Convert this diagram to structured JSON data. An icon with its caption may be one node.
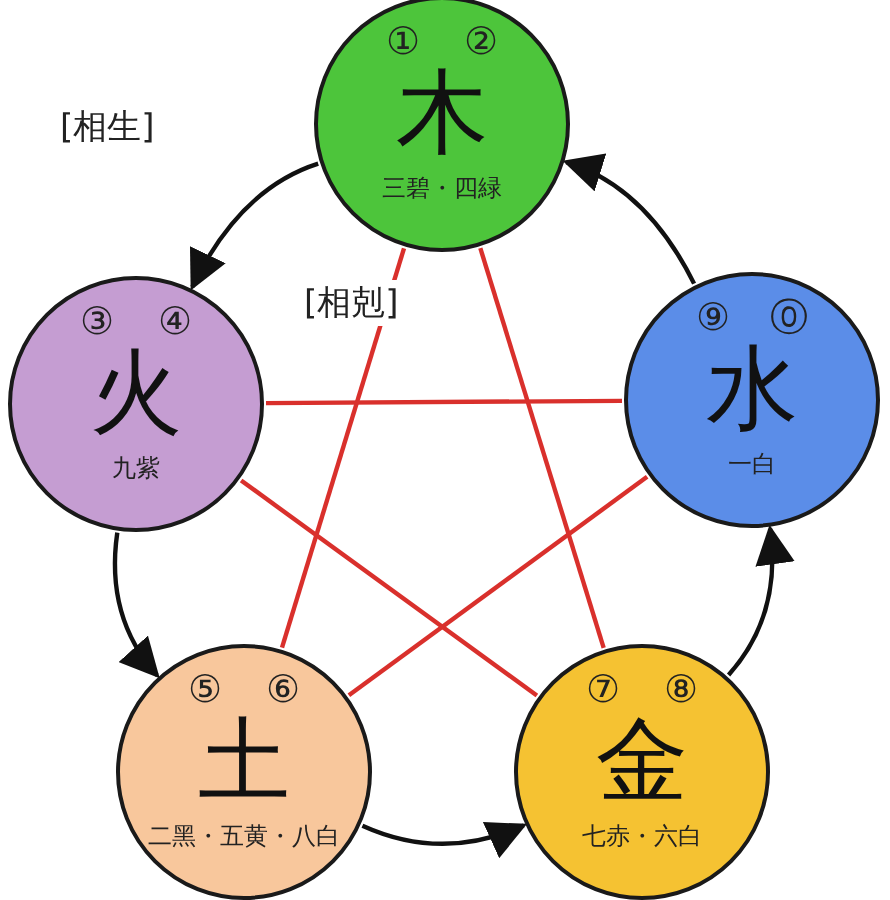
{
  "diagram": {
    "nodes": [
      {
        "text": [
          "①",
          "②",
          "木",
          "三碧・四緑"
        ]
      },
      {
        "text": [
          "③",
          "④",
          "火",
          "九紫"
        ]
      },
      {
        "text": [
          "⑨",
          "⓪",
          "水",
          "一白"
        ]
      },
      {
        "text": [
          "⑤",
          "⑥",
          "土",
          "二黑・五黄・八白"
        ]
      },
      {
        "text": [
          "⑦",
          "⑧",
          "金",
          "七赤・六白"
        ]
      }
    ],
    "edges": [
      {
        "from": 0,
        "to": 1,
        "arrow": "to"
      },
      {
        "from": 1,
        "to": 3,
        "arrow": "to"
      },
      {
        "from": 3,
        "to": 4,
        "arrow": "to"
      },
      {
        "from": 4,
        "to": 2,
        "arrow": "to"
      },
      {
        "from": 2,
        "to": 0,
        "arrow": "to"
      },
      {
        "from": 0,
        "to": 3,
        "arrow": "none",
        "color": "#d9302c"
      },
      {
        "from": 0,
        "to": 4,
        "arrow": "none",
        "color": "#d9302c"
      },
      {
        "from": 1,
        "to": 2,
        "arrow": "none",
        "color": "#d9302c"
      },
      {
        "from": 1,
        "to": 4,
        "arrow": "none",
        "color": "#d9302c"
      },
      {
        "from": 2,
        "to": 3,
        "arrow": "none",
        "color": "#d9302c"
      }
    ],
    "labels": [
      "[相生]",
      "[相剋]"
    ]
  }
}
